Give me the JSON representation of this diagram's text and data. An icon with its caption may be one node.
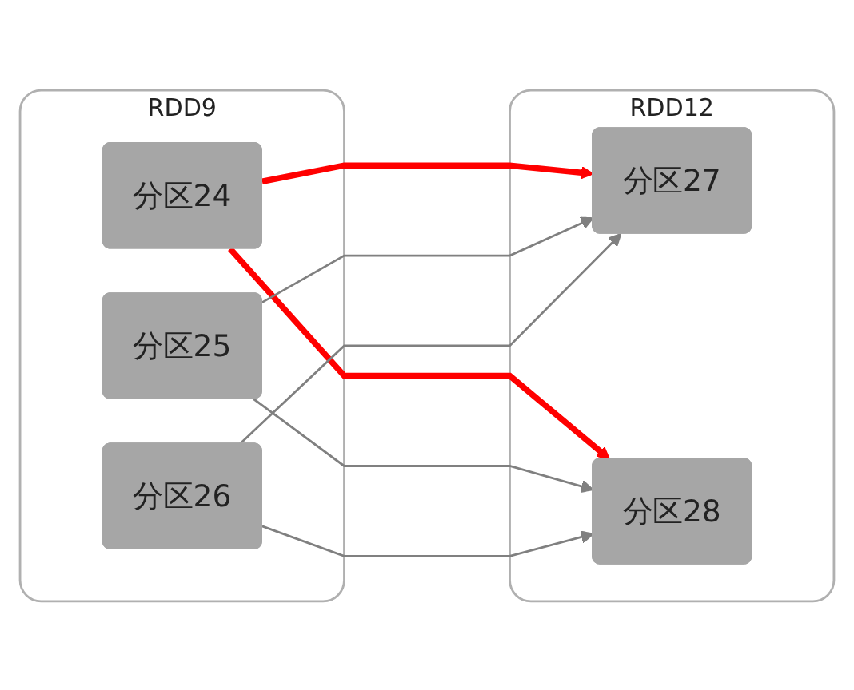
{
  "diagram": {
    "nodes": [
      {
        "text": [
          "RDD9"
        ]
      },
      {
        "text": [
          "分区24"
        ],
        "in": 0
      },
      {
        "text": [
          "分区25"
        ],
        "in": 0
      },
      {
        "text": [
          "分区26"
        ],
        "in": 0
      },
      {
        "text": [
          "RDD12"
        ]
      },
      {
        "text": [
          "分区27"
        ],
        "in": 4
      },
      {
        "text": [
          "分区28"
        ],
        "in": 4
      }
    ],
    "edges": [
      {
        "from": 1,
        "to": 5,
        "arrow": "to",
        "style": "thick",
        "color": "#ff0000"
      },
      {
        "from": 1,
        "to": 6,
        "arrow": "to",
        "style": "thick",
        "color": "#ff0000"
      },
      {
        "from": 2,
        "to": 5,
        "arrow": "to"
      },
      {
        "from": 2,
        "to": 6,
        "arrow": "to"
      },
      {
        "from": 3,
        "to": 5,
        "arrow": "to"
      },
      {
        "from": 3,
        "to": 6,
        "arrow": "to"
      }
    ]
  }
}
